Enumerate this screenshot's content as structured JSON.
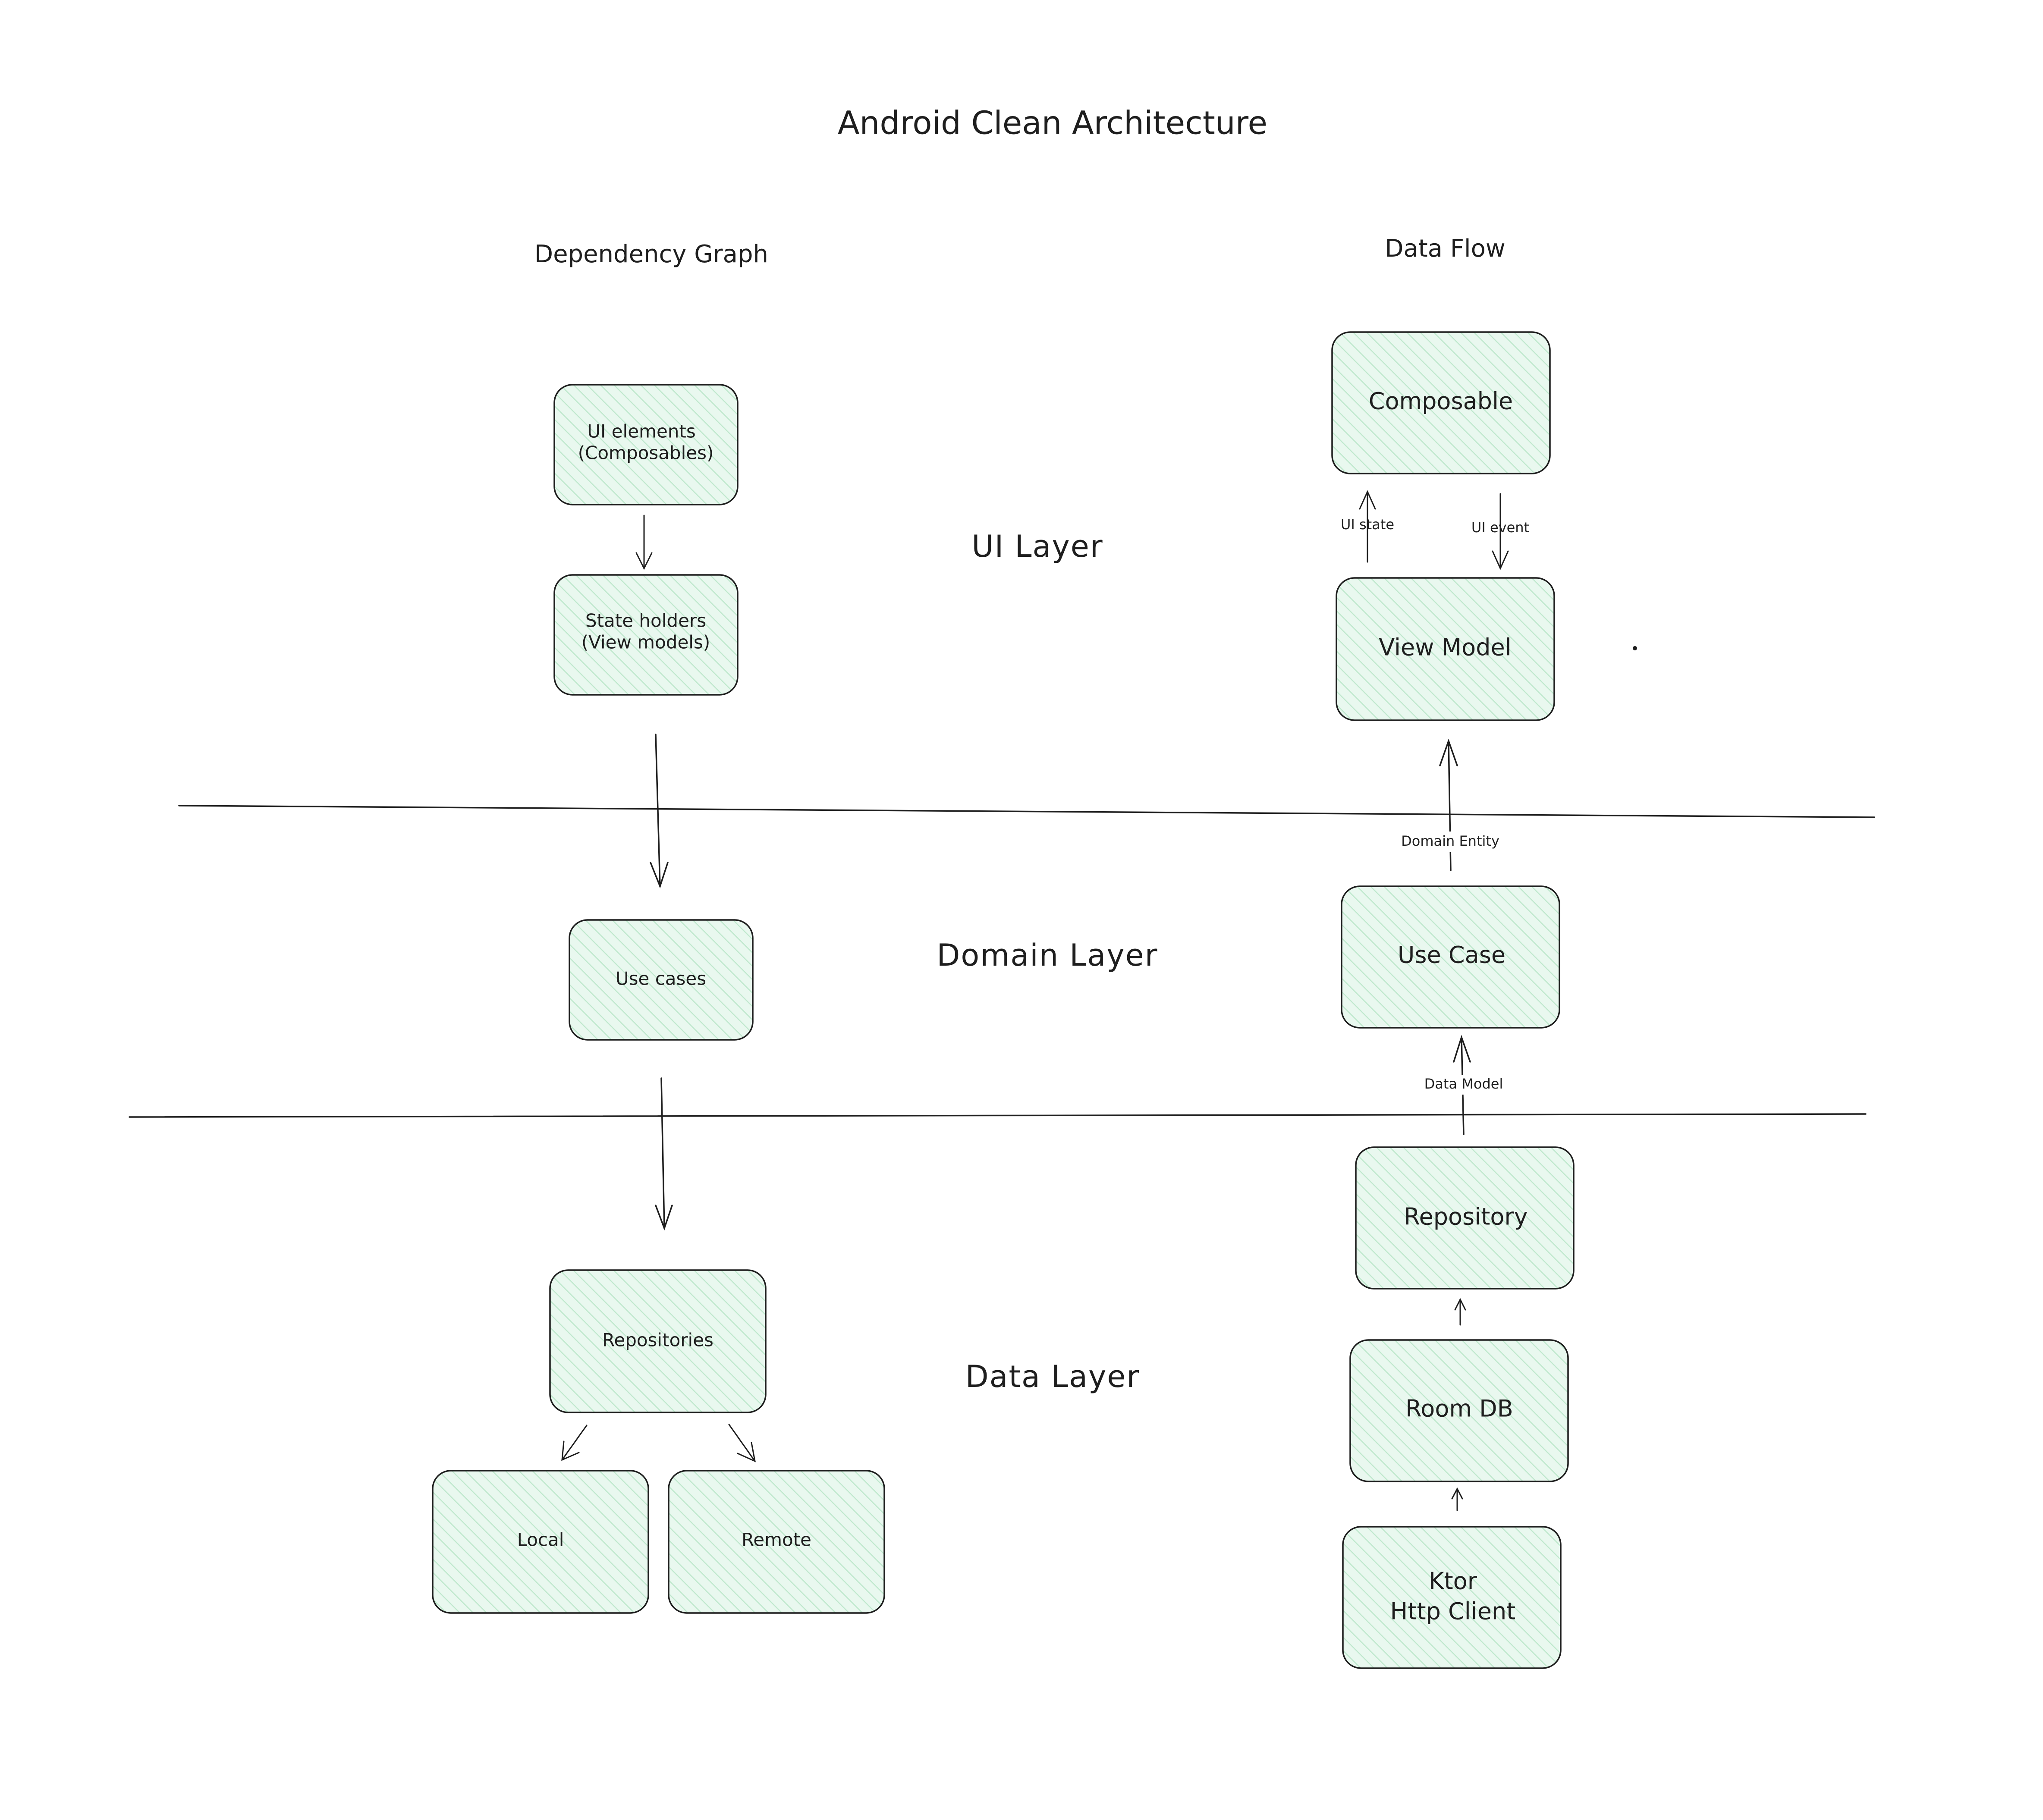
{
  "title": "Android Clean Architecture",
  "columns": {
    "dependency_graph": "Dependency Graph",
    "data_flow": "Data Flow"
  },
  "layers": {
    "ui": "UI Layer",
    "domain": "Domain Layer",
    "data": "Data Layer"
  },
  "dependency_graph": {
    "ui_elements": [
      "UI elements",
      "(Composables)"
    ],
    "state_holders": [
      "State holders",
      "(View models)"
    ],
    "use_cases": "Use cases",
    "repositories": "Repositories",
    "local": "Local",
    "remote": "Remote"
  },
  "data_flow": {
    "composable": "Composable",
    "view_model": "View Model",
    "use_case": "Use Case",
    "repository": "Repository",
    "room_db": "Room DB",
    "ktor": [
      "Ktor",
      "Http Client"
    ],
    "edges": {
      "ui_state": "UI state",
      "ui_event": "UI event",
      "domain_entity": "Domain Entity",
      "data_model": "Data Model"
    }
  },
  "colors": {
    "box_fill": "#e6f7ec",
    "box_hatch": "#bfe8cd",
    "stroke": "#1e1e1e",
    "background": "#ffffff"
  }
}
